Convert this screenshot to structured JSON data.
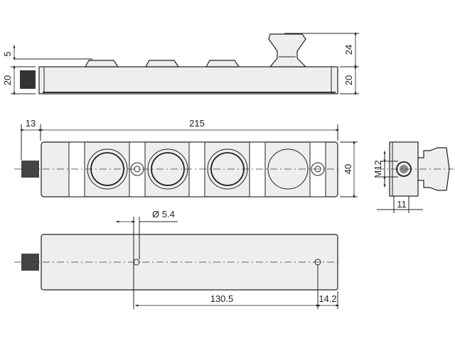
{
  "dimensions": {
    "side_top_offset": "5",
    "side_height_left": "20",
    "button_height": "24",
    "side_height_right": "20",
    "connector_length": "13",
    "overall_length": "215",
    "width": "40",
    "connector_thread": "M12",
    "connector_offset": "11",
    "hole_diameter": "Ø 5.4",
    "hole_spacing": "130.5",
    "hole_edge_offset": "14.2"
  }
}
